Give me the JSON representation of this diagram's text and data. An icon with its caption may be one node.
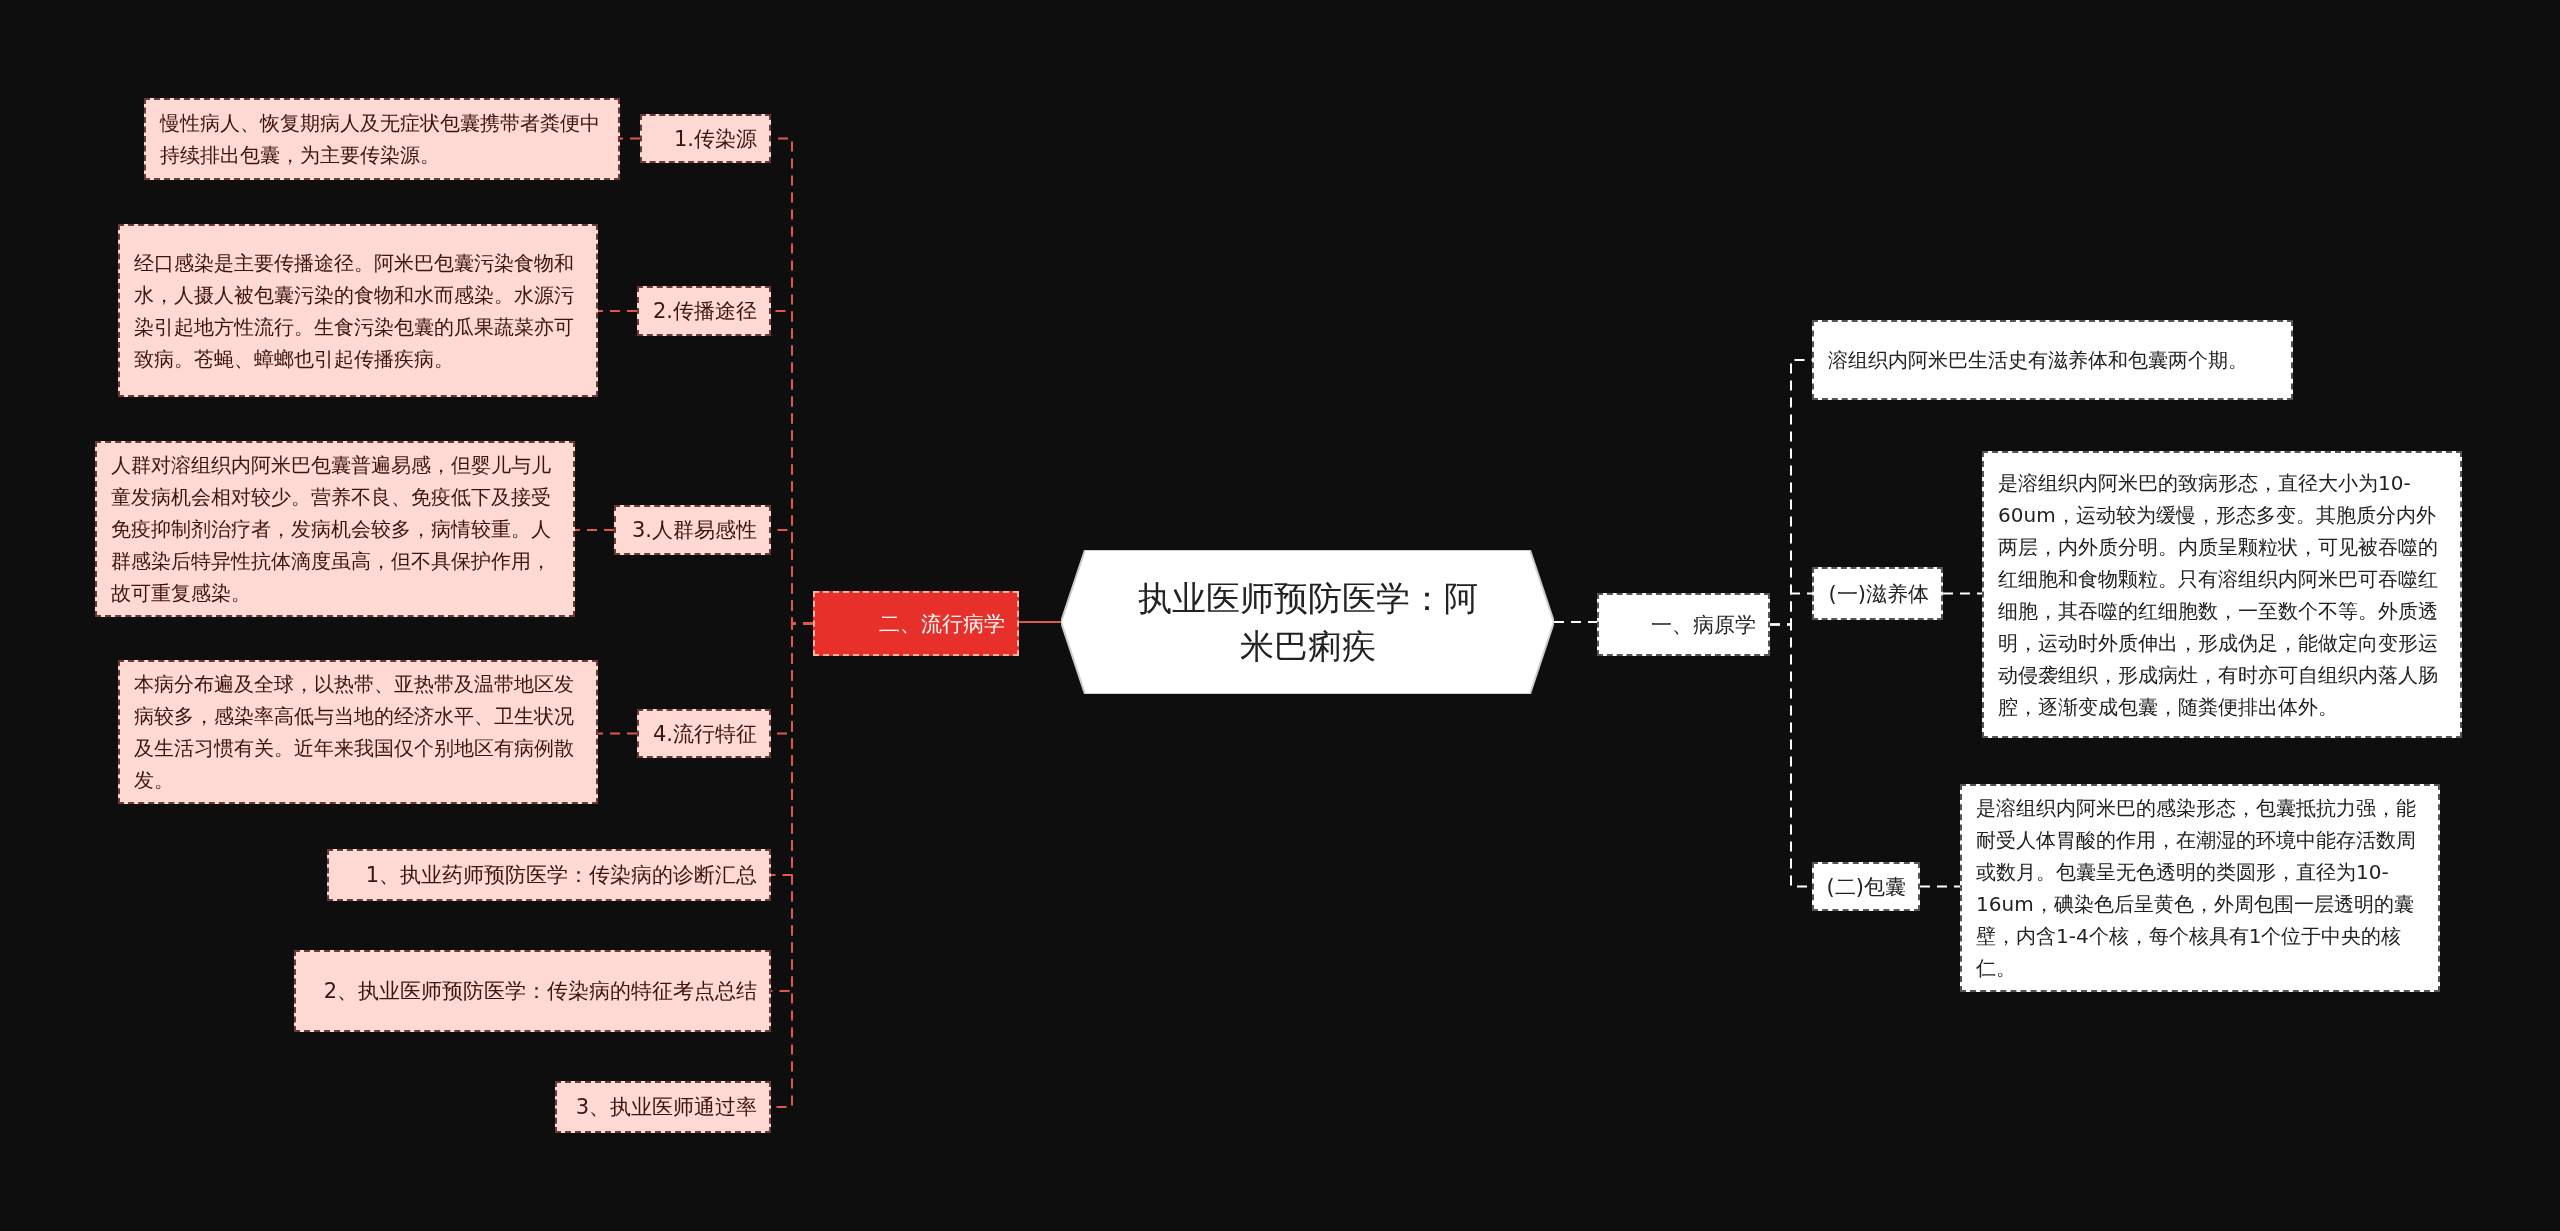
{
  "diagram": {
    "nodes": [
      {
        "text": [
          "执业医师预防医学：阿米巴痢疾"
        ]
      },
      {
        "text": [
          "二、流行病学"
        ]
      },
      {
        "text": [
          "1.传染源"
        ]
      },
      {
        "text": [
          "慢性病人、恢复期病人及无症状包囊携带者粪便中持续排出包囊，为主要传染源。"
        ]
      },
      {
        "text": [
          "2.传播途径"
        ]
      },
      {
        "text": [
          "经口感染是主要传播途径。阿米巴包囊污染食物和水，人摄人被包囊污染的食物和水而感染。水源污染引起地方性流行。生食污染包囊的瓜果蔬菜亦可致病。苍蝇、蟑螂也引起传播疾病。"
        ]
      },
      {
        "text": [
          "3.人群易感性"
        ]
      },
      {
        "text": [
          "人群对溶组织内阿米巴包囊普遍易感，但婴儿与儿童发病机会相对较少。营养不良、免疫低下及接受免疫抑制剂治疗者，发病机会较多，病情较重。人群感染后特异性抗体滴度虽高，但不具保护作用，故可重复感染。"
        ]
      },
      {
        "text": [
          "4.流行特征"
        ]
      },
      {
        "text": [
          "本病分布遍及全球，以热带、亚热带及温带地区发病较多，感染率高低与当地的经济水平、卫生状况及生活习惯有关。近年来我国仅个别地区有病例散发。"
        ]
      },
      {
        "text": [
          "1、执业药师预防医学：传染病的诊断汇总"
        ]
      },
      {
        "text": [
          "2、执业医师预防医学：传染病的特征考点总结"
        ]
      },
      {
        "text": [
          "3、执业医师通过率"
        ]
      },
      {
        "text": [
          "一、病原学"
        ]
      },
      {
        "text": [
          "溶组织内阿米巴生活史有滋养体和包囊两个期。"
        ]
      },
      {
        "text": [
          "(一)滋养体"
        ]
      },
      {
        "text": [
          "是溶组织内阿米巴的致病形态，直径大小为10-60um，运动较为缓慢，形态多变。其胞质分内外两层，内外质分明。内质呈颗粒状，可见被吞噬的红细胞和食物颗粒。只有溶组织内阿米巴可吞噬红细胞，其吞噬的红细胞数，一至数个不等。外质透明，运动时外质伸出，形成伪足，能做定向变形运动侵袭组织，形成病灶，有时亦可自组织内落人肠腔，逐渐变成包囊，随粪便排出体外。"
        ]
      },
      {
        "text": [
          "(二)包囊"
        ]
      },
      {
        "text": [
          "是溶组织内阿米巴的感染形态，包囊抵抗力强，能耐受人体胃酸的作用，在潮湿的环境中能存活数周或数月。包囊呈无色透明的类圆形，直径为10-16um，碘染色后呈黄色，外周包围一层透明的囊壁，内含1-4个核，每个核具有1个位于中央的核仁。"
        ]
      }
    ],
    "edges": [
      {
        "from": 0,
        "to": 1,
        "arrow": "none"
      },
      {
        "from": 1,
        "to": 2,
        "arrow": "none",
        "style": "dashed"
      },
      {
        "from": 2,
        "to": 3,
        "arrow": "none",
        "style": "dashed"
      },
      {
        "from": 1,
        "to": 4,
        "arrow": "none",
        "style": "dashed"
      },
      {
        "from": 4,
        "to": 5,
        "arrow": "none",
        "style": "dashed"
      },
      {
        "from": 1,
        "to": 6,
        "arrow": "none",
        "style": "dashed"
      },
      {
        "from": 6,
        "to": 7,
        "arrow": "none",
        "style": "dashed"
      },
      {
        "from": 1,
        "to": 8,
        "arrow": "none",
        "style": "dashed"
      },
      {
        "from": 8,
        "to": 9,
        "arrow": "none",
        "style": "dashed"
      },
      {
        "from": 1,
        "to": 10,
        "arrow": "none",
        "style": "dashed"
      },
      {
        "from": 1,
        "to": 11,
        "arrow": "none",
        "style": "dashed"
      },
      {
        "from": 1,
        "to": 12,
        "arrow": "none",
        "style": "dashed"
      },
      {
        "from": 0,
        "to": 13,
        "arrow": "none",
        "style": "dashed",
        "color": "#ffffff"
      },
      {
        "from": 13,
        "to": 14,
        "arrow": "none",
        "style": "dashed",
        "color": "#ffffff"
      },
      {
        "from": 13,
        "to": 15,
        "arrow": "none",
        "style": "dashed",
        "color": "#ffffff"
      },
      {
        "from": 15,
        "to": 16,
        "arrow": "none",
        "style": "dashed",
        "color": "#ffffff"
      },
      {
        "from": 13,
        "to": 17,
        "arrow": "none",
        "style": "dashed",
        "color": "#ffffff"
      },
      {
        "from": 17,
        "to": 18,
        "arrow": "none",
        "style": "dashed",
        "color": "#ffffff"
      }
    ]
  }
}
